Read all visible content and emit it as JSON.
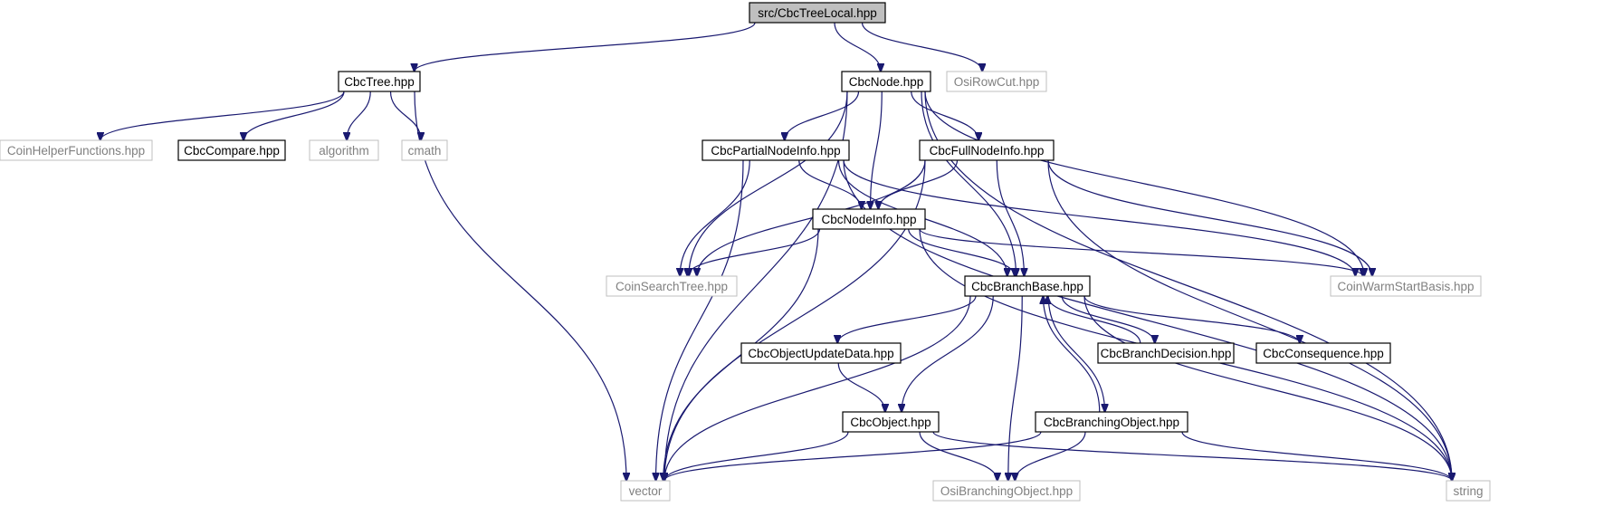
{
  "title": "src/CbcTreeLocal.hpp",
  "colors": {
    "edge": "#191970",
    "root_fill": "#bfbfbf",
    "external_border": "#bfbfbf",
    "external_text": "#808080"
  },
  "nodes": [
    {
      "id": "root",
      "label": "src/CbcTreeLocal.hpp",
      "kind": "root"
    },
    {
      "id": "tree",
      "label": "CbcTree.hpp",
      "kind": "internal"
    },
    {
      "id": "node",
      "label": "CbcNode.hpp",
      "kind": "internal"
    },
    {
      "id": "osirowcut",
      "label": "OsiRowCut.hpp",
      "kind": "external"
    },
    {
      "id": "coinhelper",
      "label": "CoinHelperFunctions.hpp",
      "kind": "external"
    },
    {
      "id": "compare",
      "label": "CbcCompare.hpp",
      "kind": "internal"
    },
    {
      "id": "algorithm",
      "label": "algorithm",
      "kind": "external"
    },
    {
      "id": "cmath",
      "label": "cmath",
      "kind": "external"
    },
    {
      "id": "partial",
      "label": "CbcPartialNodeInfo.hpp",
      "kind": "internal"
    },
    {
      "id": "full",
      "label": "CbcFullNodeInfo.hpp",
      "kind": "internal"
    },
    {
      "id": "nodeinfo",
      "label": "CbcNodeInfo.hpp",
      "kind": "internal"
    },
    {
      "id": "searchtree",
      "label": "CoinSearchTree.hpp",
      "kind": "external"
    },
    {
      "id": "branchbase",
      "label": "CbcBranchBase.hpp",
      "kind": "internal"
    },
    {
      "id": "warmstart",
      "label": "CoinWarmStartBasis.hpp",
      "kind": "external"
    },
    {
      "id": "updatedata",
      "label": "CbcObjectUpdateData.hpp",
      "kind": "internal"
    },
    {
      "id": "decision",
      "label": "CbcBranchDecision.hpp",
      "kind": "internal"
    },
    {
      "id": "consequence",
      "label": "CbcConsequence.hpp",
      "kind": "internal"
    },
    {
      "id": "object",
      "label": "CbcObject.hpp",
      "kind": "internal"
    },
    {
      "id": "branching",
      "label": "CbcBranchingObject.hpp",
      "kind": "internal"
    },
    {
      "id": "vector",
      "label": "vector",
      "kind": "external"
    },
    {
      "id": "osibranching",
      "label": "OsiBranchingObject.hpp",
      "kind": "external"
    },
    {
      "id": "string",
      "label": "string",
      "kind": "external"
    }
  ],
  "edges": [
    [
      "root",
      "tree"
    ],
    [
      "root",
      "node"
    ],
    [
      "root",
      "osirowcut"
    ],
    [
      "tree",
      "coinhelper"
    ],
    [
      "tree",
      "compare"
    ],
    [
      "tree",
      "algorithm"
    ],
    [
      "tree",
      "cmath"
    ],
    [
      "tree",
      "vector"
    ],
    [
      "node",
      "partial"
    ],
    [
      "node",
      "full"
    ],
    [
      "node",
      "nodeinfo"
    ],
    [
      "node",
      "searchtree"
    ],
    [
      "node",
      "branchbase"
    ],
    [
      "node",
      "warmstart"
    ],
    [
      "node",
      "vector"
    ],
    [
      "node",
      "string"
    ],
    [
      "partial",
      "nodeinfo"
    ],
    [
      "partial",
      "searchtree"
    ],
    [
      "partial",
      "branchbase"
    ],
    [
      "partial",
      "warmstart"
    ],
    [
      "partial",
      "vector"
    ],
    [
      "partial",
      "string"
    ],
    [
      "full",
      "nodeinfo"
    ],
    [
      "full",
      "searchtree"
    ],
    [
      "full",
      "branchbase"
    ],
    [
      "full",
      "warmstart"
    ],
    [
      "full",
      "vector"
    ],
    [
      "full",
      "string"
    ],
    [
      "nodeinfo",
      "searchtree"
    ],
    [
      "nodeinfo",
      "branchbase"
    ],
    [
      "nodeinfo",
      "warmstart"
    ],
    [
      "nodeinfo",
      "vector"
    ],
    [
      "nodeinfo",
      "string"
    ],
    [
      "branchbase",
      "updatedata"
    ],
    [
      "branchbase",
      "decision"
    ],
    [
      "branchbase",
      "consequence"
    ],
    [
      "branchbase",
      "object"
    ],
    [
      "branchbase",
      "branching"
    ],
    [
      "branchbase",
      "vector"
    ],
    [
      "branchbase",
      "osibranching"
    ],
    [
      "branchbase",
      "string"
    ],
    [
      "decision",
      "branchbase"
    ],
    [
      "branching",
      "branchbase"
    ],
    [
      "updatedata",
      "object"
    ],
    [
      "object",
      "vector"
    ],
    [
      "object",
      "osibranching"
    ],
    [
      "object",
      "string"
    ],
    [
      "branching",
      "vector"
    ],
    [
      "branching",
      "osibranching"
    ],
    [
      "branching",
      "string"
    ]
  ]
}
